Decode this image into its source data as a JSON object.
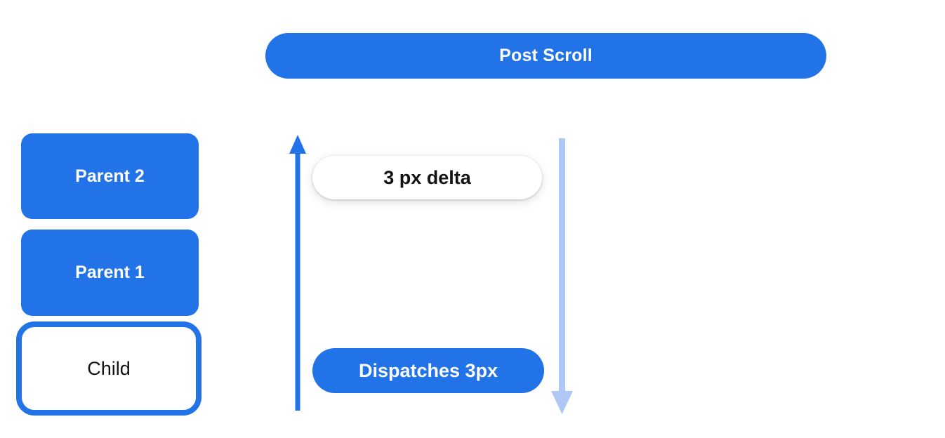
{
  "diagram": {
    "title_context": "Post scroll dispatch diagram",
    "header": {
      "label": "Post Scroll"
    },
    "nodes": [
      {
        "id": "parent-2",
        "label": "Parent 2",
        "variant": "filled"
      },
      {
        "id": "parent-1",
        "label": "Parent 1",
        "variant": "filled"
      },
      {
        "id": "child",
        "label": "Child",
        "variant": "outlined"
      }
    ],
    "annotations": {
      "delta_label": "3 px delta",
      "dispatch_label": "Dispatches 3px"
    },
    "arrows": [
      {
        "name": "upward-scroll-arrow",
        "direction": "up",
        "style": "solid",
        "color": "#2273e8"
      },
      {
        "name": "downward-scroll-arrow",
        "direction": "down",
        "style": "light",
        "color": "#aec7f4"
      }
    ],
    "colors": {
      "canvas_bg": "#ffffff",
      "primary_blue": "#2273e8",
      "light_blue": "#aec7f4",
      "delta_pill_bg": "#ffffff",
      "node_child_bg": "#ffffff",
      "text_light": "#ffffff",
      "text_dark": "#131313"
    }
  }
}
